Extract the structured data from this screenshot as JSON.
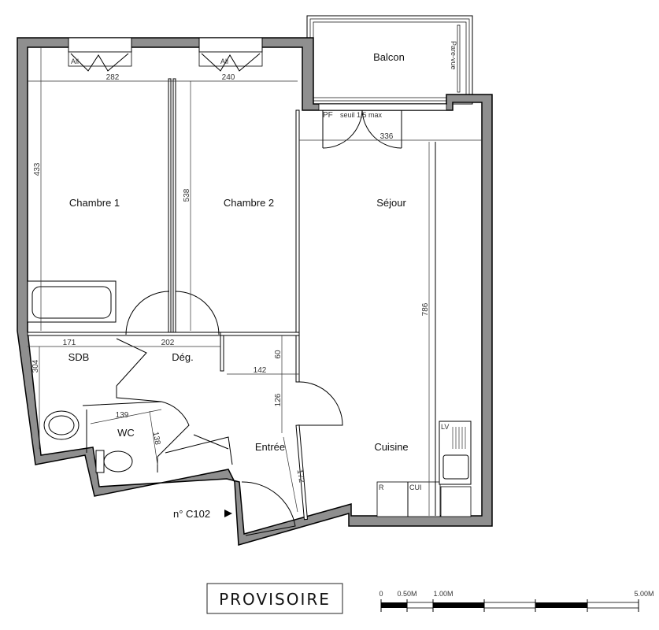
{
  "rooms": {
    "chambre1": "Chambre 1",
    "chambre2": "Chambre 2",
    "sejour": "Séjour",
    "balcon": "Balcon",
    "sdb": "SDB",
    "deg": "Dég.",
    "wc": "WC",
    "entree": "Entrée",
    "cuisine": "Cuisine"
  },
  "annotations": {
    "pare_vue": "Pare-vue",
    "pf": "PF",
    "seuil": "seuil 1,5 max",
    "window_1": "All",
    "window_2": "All",
    "fridge": "R",
    "cooker": "CUI",
    "sink": "LV",
    "lot_number": "n° C102"
  },
  "dimensions": {
    "d282": "282",
    "d240": "240",
    "d433": "433",
    "d538": "538",
    "d336": "336",
    "d786": "786",
    "d171": "171",
    "d202": "202",
    "d304": "304",
    "d60": "60",
    "d142": "142",
    "d126": "126",
    "d139": "139",
    "d138": "138",
    "d172": "172"
  },
  "stamp": "PROVISOIRE",
  "scale_bar": {
    "labels": [
      "0",
      "0.50M",
      "1.00M",
      "5.00M"
    ]
  },
  "colors": {
    "wall": "#8f8f8f",
    "ink": "#000000"
  }
}
